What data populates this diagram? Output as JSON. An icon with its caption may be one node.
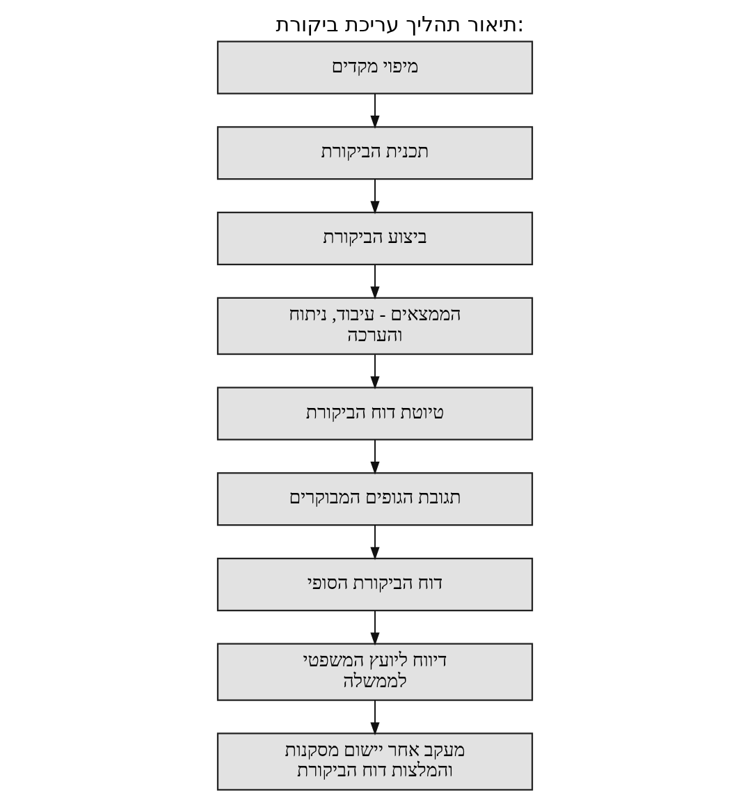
{
  "diagram": {
    "title": "תיאור תהליך עריכת ביקורת:",
    "nodes": [
      {
        "text": [
          "מיפוי מקדים"
        ]
      },
      {
        "text": [
          "תכנית הביקורת"
        ]
      },
      {
        "text": [
          "ביצוע הביקורת"
        ]
      },
      {
        "text": [
          "הממצאים - עיבוד, ניתוח והערכה"
        ]
      },
      {
        "text": [
          "טיוטת דוח הביקורת"
        ]
      },
      {
        "text": [
          "תגובת הגופים המבוקרים"
        ]
      },
      {
        "text": [
          "דוח הביקורת הסופי"
        ]
      },
      {
        "text": [
          "דיווח ליועץ המשפטי לממשלה"
        ]
      },
      {
        "text": [
          "מעקב אחר יישום מסקנות והמלצות דוח הביקורת"
        ]
      }
    ],
    "edges": [
      {
        "from": 0,
        "to": 1,
        "arrow": "to"
      },
      {
        "from": 1,
        "to": 2,
        "arrow": "to"
      },
      {
        "from": 2,
        "to": 3,
        "arrow": "to"
      },
      {
        "from": 3,
        "to": 4,
        "arrow": "to"
      },
      {
        "from": 4,
        "to": 5,
        "arrow": "to"
      },
      {
        "from": 5,
        "to": 6,
        "arrow": "to"
      },
      {
        "from": 6,
        "to": 7,
        "arrow": "to"
      },
      {
        "from": 7,
        "to": 8,
        "arrow": "to"
      }
    ]
  }
}
